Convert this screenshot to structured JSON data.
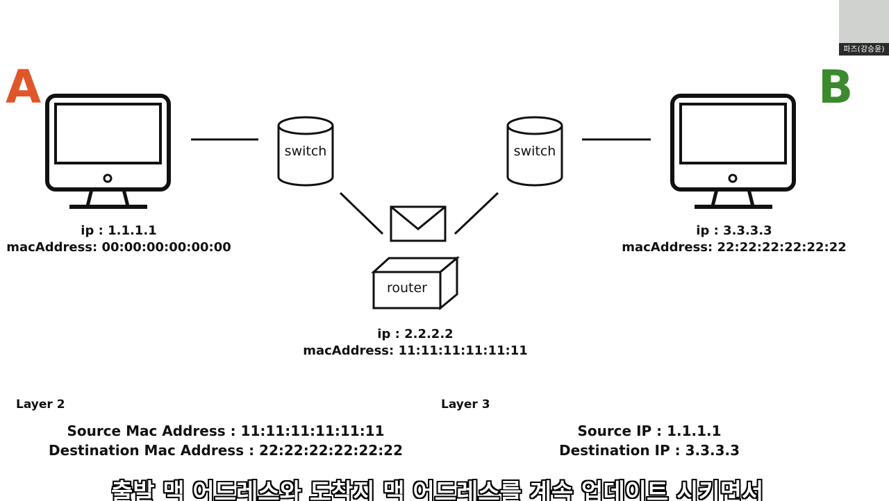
{
  "hosts": {
    "a": {
      "label": "A",
      "color": "#e0562b",
      "ip": "ip : 1.1.1.1",
      "mac": "macAddress: 00:00:00:00:00:00"
    },
    "b": {
      "label": "B",
      "color": "#3c8a2e",
      "ip": "ip : 3.3.3.3",
      "mac": "macAddress: 22:22:22:22:22:22"
    }
  },
  "switches": {
    "left": "switch",
    "right": "switch"
  },
  "router": {
    "label": "router",
    "ip": "ip : 2.2.2.2",
    "mac": "macAddress: 11:11:11:11:11:11"
  },
  "layer2": {
    "title": "Layer 2",
    "source": "Source Mac Address : 11:11:11:11:11:11",
    "destination": "Destination Mac Address : 22:22:22:22:22:22"
  },
  "layer3": {
    "title": "Layer 3",
    "source": "Source IP : 1.1.1.1",
    "destination": "Destination IP : 3.3.3.3"
  },
  "webcam": {
    "name": "파즈(강승윤)"
  },
  "subtitle": "출발 맥 어드레스와 도착지 맥 어드레스를 계속 업데이트 시키면서"
}
